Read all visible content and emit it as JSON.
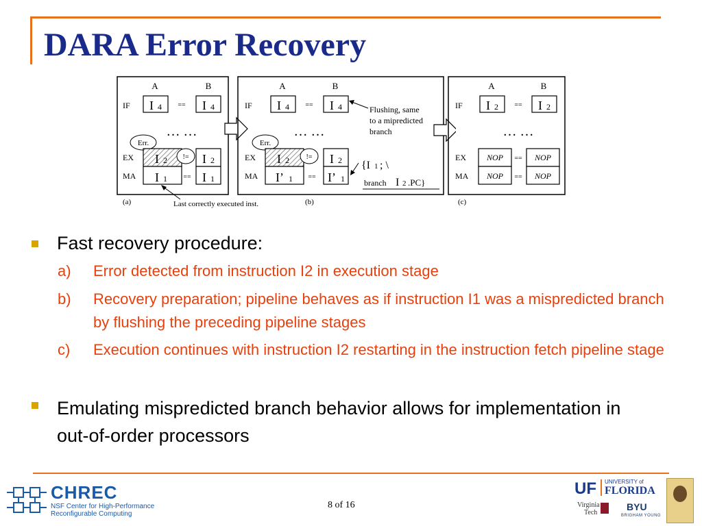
{
  "slide": {
    "title": "DARA Error Recovery",
    "accent_color": "#e8721c",
    "title_color": "#1a2a8a",
    "bullet_color": "#d9a300",
    "subitem_color": "#e8400c",
    "page_number": "8 of 16"
  },
  "figure": {
    "panel_labels": [
      "(a)",
      "(b)",
      "(c)"
    ],
    "col_a": "A",
    "col_b": "B",
    "stage_if": "IF",
    "stage_ex": "EX",
    "stage_ma": "MA",
    "ellipsis": "… …",
    "eq": "==",
    "neq": "!=",
    "err": "Err.",
    "i4": "I",
    "i4_sub": "4",
    "i2": "I",
    "i2_sub": "2",
    "i1": "I",
    "i1_sub": "1",
    "i1p": "I’",
    "i1p_sub": "1",
    "nop": "NOP",
    "flush_note_1": "Flushing, same",
    "flush_note_2": "to a mipredicted",
    "flush_note_3": "branch",
    "branch_code_1a": "{I",
    "branch_code_1b": "1",
    "branch_code_1c": "; \\",
    "branch_code_2a": "branch",
    "branch_code_2b": "I",
    "branch_code_2c": "2",
    "branch_code_2d": ".PC}",
    "last_correct": "Last correctly executed inst."
  },
  "bullets": [
    {
      "text": "Fast recovery procedure:",
      "subitems": [
        {
          "marker": "a)",
          "text": "Error detected from instruction I2 in execution stage"
        },
        {
          "marker": "b)",
          "text": "Recovery preparation; pipeline behaves as if instruction I1 was a mispredicted branch by flushing the preceding pipeline stages"
        },
        {
          "marker": "c)",
          "text": "Execution continues with instruction I2 restarting in the instruction fetch pipeline stage"
        }
      ]
    },
    {
      "text": "Emulating mispredicted branch behavior allows for implementation in out-of-order processors",
      "subitems": []
    }
  ],
  "footer": {
    "chrec_name": "CHREC",
    "chrec_sub1": "NSF Center for High-Performance",
    "chrec_sub2": "Reconfigurable Computing",
    "uf_mark": "UF",
    "uf_univ_of": "UNIVERSITY of",
    "uf_florida": "FLORIDA",
    "vt_1": "Virginia",
    "vt_2": "Tech",
    "byu": "BYU",
    "byu_sub": "BRIGHAM YOUNG"
  }
}
